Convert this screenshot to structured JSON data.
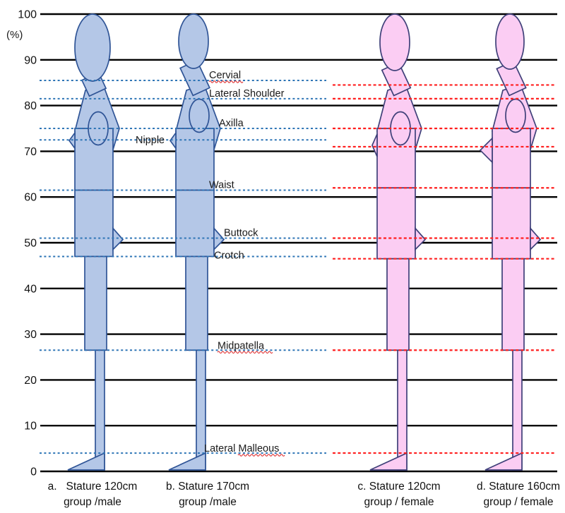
{
  "axis": {
    "unit_label": "(%)",
    "ticks": [
      100,
      90,
      80,
      70,
      60,
      50,
      40,
      30,
      20,
      10,
      0
    ]
  },
  "colors": {
    "male_fill": "#b4c7e7",
    "male_stroke": "#2f5496",
    "female_fill": "#fbcdf3",
    "female_stroke": "#3f4079",
    "male_landmark_line": "#2e75b6",
    "female_landmark_line": "#ff1f1f",
    "gridline": "#000000",
    "label_text": "#1a1a1a",
    "squiggle": "#e03131"
  },
  "chart_data": {
    "type": "line",
    "ylabel": "(%)",
    "ylim": [
      0,
      100
    ],
    "yticks": [
      100,
      90,
      80,
      70,
      60,
      50,
      40,
      30,
      20,
      10,
      0
    ],
    "grid": true,
    "legend_position": "none",
    "landmarks": [
      {
        "label": "Cervial",
        "male_pct": 85.5,
        "female_pct": 84.5,
        "misspelled": true
      },
      {
        "label": "Lateral Shoulder",
        "male_pct": 81.5,
        "female_pct": 81.5,
        "misspelled": false
      },
      {
        "label": "Axilla",
        "male_pct": 75.0,
        "female_pct": 75.0,
        "misspelled": false
      },
      {
        "label": "Nipple",
        "male_pct": 72.5,
        "female_pct": 71.0,
        "misspelled": false
      },
      {
        "label": "Waist",
        "male_pct": 61.5,
        "female_pct": 62.0,
        "misspelled": false
      },
      {
        "label": "Buttock",
        "male_pct": 51.0,
        "female_pct": 51.0,
        "misspelled": false
      },
      {
        "label": "Crotch",
        "male_pct": 47.0,
        "female_pct": 46.5,
        "misspelled": false
      },
      {
        "label": "Midpatella",
        "male_pct": 26.5,
        "female_pct": 26.5,
        "misspelled": true
      },
      {
        "label": "Lateral Malleous",
        "male_pct": 4.0,
        "female_pct": 4.0,
        "misspelled": true
      }
    ],
    "figures": [
      {
        "id": "a",
        "sex": "male",
        "caption_line1": "a.   Stature 120cm",
        "caption_line2": "group /male"
      },
      {
        "id": "b",
        "sex": "male",
        "caption_line1": "b. Stature 170cm",
        "caption_line2": "group /male"
      },
      {
        "id": "c",
        "sex": "female",
        "caption_line1": "c. Stature 120cm",
        "caption_line2": "group / female"
      },
      {
        "id": "d",
        "sex": "female",
        "caption_line1": "d. Stature 160cm",
        "caption_line2": "group / female"
      }
    ]
  }
}
